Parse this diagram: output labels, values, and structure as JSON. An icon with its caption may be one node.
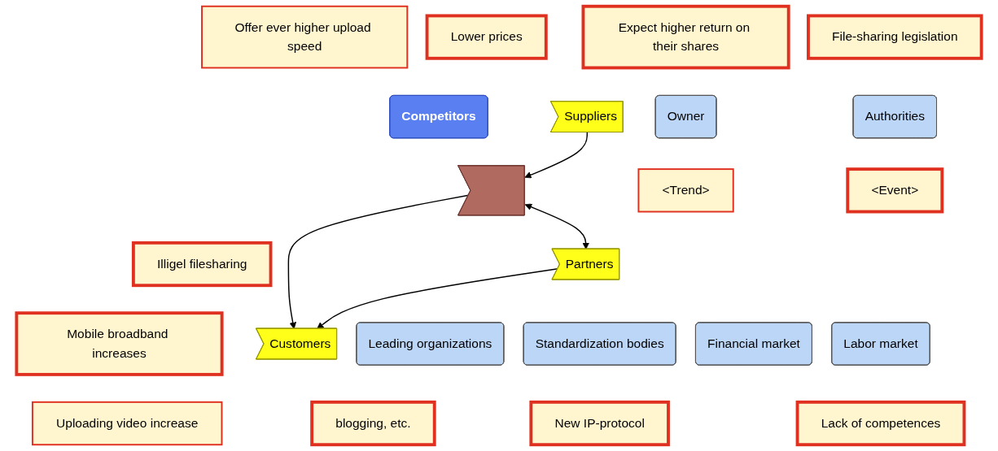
{
  "diagram": {
    "nodes": [
      {
        "text": [
          "Offer ever higher upload speed"
        ]
      },
      {
        "text": [
          "Lower prices"
        ]
      },
      {
        "text": [
          "Competitors"
        ]
      },
      {
        "text": [
          "Mobile broadband increases"
        ]
      },
      {
        "text": [
          "Illigel filesharing"
        ]
      },
      {
        "text": [
          "Uploading video increase"
        ]
      },
      {
        "text": [
          "Suppliers"
        ]
      },
      {
        "text": [],
        "shape": "chevron"
      },
      {
        "text": [
          "Customers"
        ]
      },
      {
        "text": [
          "blogging, etc."
        ]
      },
      {
        "text": [
          "Partners"
        ]
      },
      {
        "text": [
          "Expect higher return on their shares"
        ]
      },
      {
        "text": [
          "File-sharing legislation"
        ]
      },
      {
        "text": [
          "Owner"
        ]
      },
      {
        "text": [
          "Authorities"
        ]
      },
      {
        "text": [
          "Leading organizations"
        ]
      },
      {
        "text": [
          "Standardization bodies"
        ]
      },
      {
        "text": [
          "Financial market"
        ]
      },
      {
        "text": [
          "Labor market"
        ]
      },
      {
        "text": [
          "New IP-protocol"
        ]
      },
      {
        "text": [
          "Lack of competences"
        ]
      },
      {
        "text": [
          "<Trend>"
        ]
      },
      {
        "text": [
          "<Event>"
        ]
      }
    ],
    "edges": [
      {
        "from": 6,
        "to": 7,
        "arrow": "to"
      },
      {
        "from": 7,
        "to": 8,
        "arrow": "to"
      },
      {
        "from": 7,
        "to": 10,
        "arrow": "both"
      },
      {
        "from": 10,
        "to": 8,
        "arrow": "to"
      }
    ]
  }
}
